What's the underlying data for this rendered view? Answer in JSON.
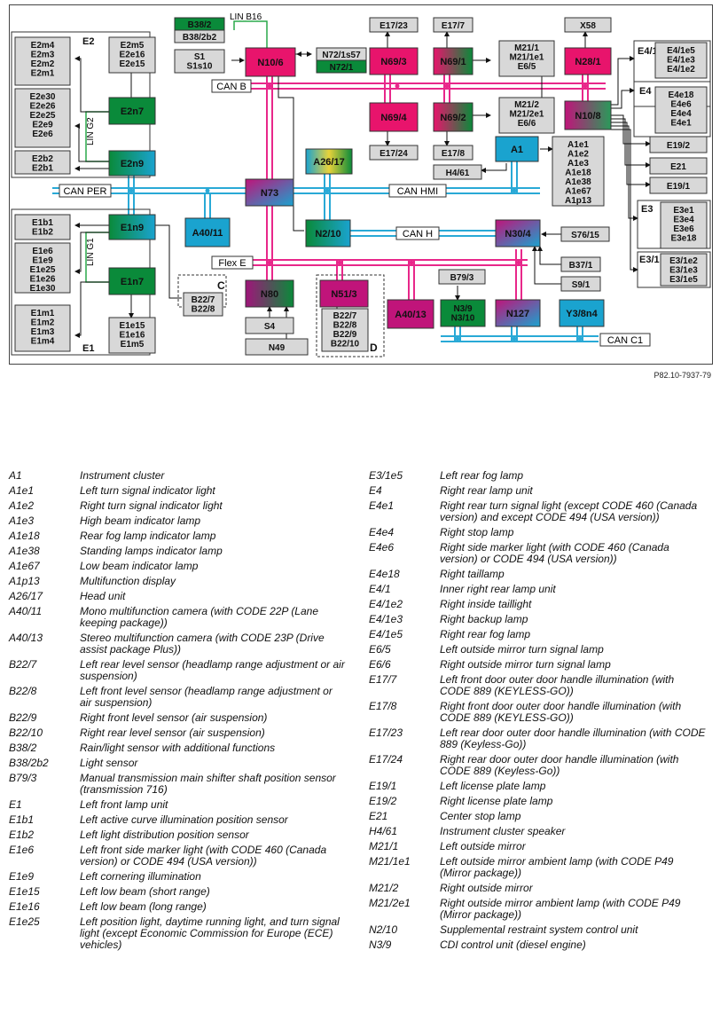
{
  "figure": {
    "ref_code": "P82.10-7937-79",
    "group_labels": {
      "E2": "E2",
      "E1": "E1",
      "E3": "E3",
      "E3_1": "E3/1",
      "E4": "E4",
      "E4_1": "E4/1",
      "C": "C",
      "D": "D"
    },
    "bus_labels": {
      "lin_b16": "LIN B16",
      "can_b": "CAN B",
      "lin_g2": "LIN G2",
      "lin_g1": "LIN G1",
      "can_per": "CAN PER",
      "can_hmi": "CAN HMI",
      "can_h": "CAN H",
      "flex_e": "Flex E",
      "can_c1": "CAN C1"
    },
    "colors": {
      "magenta": "#e8146c",
      "green": "#0a8a3a",
      "blue": "#1aa3cf",
      "purple": "#a0157a",
      "gray": "#d8d8d8",
      "bus_pink": "#e8278a",
      "bus_blue": "#29a9d6",
      "lin_green": "#2aa84a"
    },
    "modules": {
      "N10_6": "N10/6",
      "N69_3": "N69/3",
      "N69_1": "N69/1",
      "N28_1": "N28/1",
      "N69_4": "N69/4",
      "N69_2": "N69/2",
      "N10_8": "N10/8",
      "E2n7": "E2n7",
      "E2n9": "E2n9",
      "A1": "A1",
      "A26_17": "A26/17",
      "N73": "N73",
      "N2_10": "N2/10",
      "N30_4": "N30/4",
      "E1n9": "E1n9",
      "E1n7": "E1n7",
      "A40_11": "A40/11",
      "N80": "N80",
      "N51_3": "N51/3",
      "A40_13": "A40/13",
      "N3_9": "N3/9\nN3/10",
      "N127": "N127",
      "Y3_8n4": "Y3/8n4",
      "B38_2": "B38/2",
      "N72_1": "N72/1"
    },
    "components": {
      "E2_left_a": "E2m4\nE2m3\nE2m2\nE2m1",
      "E2_right_a": "E2m5\nE2e16\nE2e15",
      "E2_left_b": "E2e30\nE2e26\nE2e25\nE2e9\nE2e6",
      "E2_left_c": "E2b2\nE2b1",
      "B38_2b2": "B38/2b2",
      "S1": "S1\nS1s10",
      "N72_1s57": "N72/1s57",
      "E17_23": "E17/23",
      "E17_7": "E17/7",
      "M21_1": "M21/1\nM21/1e1\nE6/5",
      "X58": "X58",
      "E4_1_items": "E4/1e5\nE4/1e3\nE4/1e2",
      "E4_items": "E4e18\nE4e6\nE4e4\nE4e1",
      "M21_2": "M21/2\nM21/2e1\nE6/6",
      "E17_24": "E17/24",
      "E17_8": "E17/8",
      "H4_61": "H4/61",
      "A1_items": "A1e1\nA1e2\nA1e3\nA1e18\nA1e38\nA1e67\nA1p13",
      "E19_2": "E19/2",
      "E21": "E21",
      "E19_1": "E19/1",
      "E3_items": "E3e1\nE3e4\nE3e6\nE3e18",
      "E3_1_items": "E3/1e2\nE3/1e3\nE3/1e5",
      "S76_15": "S76/15",
      "B37_1": "B37/1",
      "S9_1": "S9/1",
      "E1_left_a": "E1b1\nE1b2",
      "E1_left_b": "E1e6\nE1e9\nE1e25\nE1e26\nE1e30",
      "E1_left_c": "E1m1\nE1m2\nE1m3\nE1m4",
      "E1_right": "E1e15\nE1e16\nE1m5",
      "B22_C": "B22/7\nB22/8",
      "S4": "S4",
      "N49": "N49",
      "B22_D": "B22/7\nB22/8\nB22/9\nB22/10",
      "B79_3": "B79/3"
    }
  },
  "legend": {
    "left": [
      {
        "code": "A1",
        "desc": "Instrument cluster"
      },
      {
        "code": "A1e1",
        "desc": "Left turn signal indicator light"
      },
      {
        "code": "A1e2",
        "desc": "Right turn signal indicator light"
      },
      {
        "code": "A1e3",
        "desc": "High beam indicator lamp"
      },
      {
        "code": "A1e18",
        "desc": "Rear fog lamp indicator lamp"
      },
      {
        "code": "A1e38",
        "desc": "Standing lamps indicator lamp"
      },
      {
        "code": "A1e67",
        "desc": "Low beam indicator lamp"
      },
      {
        "code": "A1p13",
        "desc": "Multifunction display"
      },
      {
        "code": "A26/17",
        "desc": "Head unit"
      },
      {
        "code": "A40/11",
        "desc": "Mono multifunction camera (with CODE 22P (Lane keeping package))"
      },
      {
        "code": "A40/13",
        "desc": "Stereo multifunction camera (with CODE 23P (Drive assist package Plus))"
      },
      {
        "code": "B22/7",
        "desc": "Left rear level sensor (headlamp range adjustment or air suspension)"
      },
      {
        "code": "B22/8",
        "desc": "Left front level sensor (headlamp range adjustment or air suspension)"
      },
      {
        "code": "B22/9",
        "desc": "Right front level sensor (air suspension)"
      },
      {
        "code": "B22/10",
        "desc": "Right rear level sensor (air suspension)"
      },
      {
        "code": "B38/2",
        "desc": "Rain/light sensor with additional functions"
      },
      {
        "code": "B38/2b2",
        "desc": "Light sensor"
      },
      {
        "code": "B79/3",
        "desc": "Manual transmission main shifter shaft position sensor (transmission 716)"
      },
      {
        "code": "E1",
        "desc": "Left front lamp unit"
      },
      {
        "code": "E1b1",
        "desc": "Left active curve illumination position sensor"
      },
      {
        "code": "E1b2",
        "desc": "Left light distribution position sensor"
      },
      {
        "code": "E1e6",
        "desc": "Left front side marker light (with CODE 460 (Canada version) or CODE 494 (USA version))"
      },
      {
        "code": "E1e9",
        "desc": "Left cornering illumination"
      },
      {
        "code": "E1e15",
        "desc": "Left low beam (short range)"
      },
      {
        "code": "E1e16",
        "desc": "Left low beam (long range)"
      },
      {
        "code": "E1e25",
        "desc": "Left position light, daytime running light, and turn signal light (except Economic Commission for Europe (ECE) vehicles)"
      }
    ],
    "right": [
      {
        "code": "E3/1e5",
        "desc": "Left rear fog lamp"
      },
      {
        "code": "E4",
        "desc": "Right rear lamp unit"
      },
      {
        "code": "E4e1",
        "desc": "Right rear turn signal light (except CODE 460 (Canada version) and except CODE 494 (USA version))"
      },
      {
        "code": "E4e4",
        "desc": "Right stop lamp"
      },
      {
        "code": "E4e6",
        "desc": "Right side marker light (with CODE 460 (Canada version) or CODE 494 (USA version))"
      },
      {
        "code": "E4e18",
        "desc": "Right taillamp"
      },
      {
        "code": "E4/1",
        "desc": "Inner right rear lamp unit"
      },
      {
        "code": "E4/1e2",
        "desc": "Right inside taillight"
      },
      {
        "code": "E4/1e3",
        "desc": "Right backup lamp"
      },
      {
        "code": "E4/1e5",
        "desc": "Right rear fog lamp"
      },
      {
        "code": "E6/5",
        "desc": "Left outside mirror turn signal lamp"
      },
      {
        "code": "E6/6",
        "desc": "Right outside mirror turn signal lamp"
      },
      {
        "code": "E17/7",
        "desc": "Left front door outer door handle illumination (with CODE 889 (KEYLESS-GO))"
      },
      {
        "code": "E17/8",
        "desc": "Right front door outer door handle illumination (with CODE 889 (KEYLESS-GO))"
      },
      {
        "code": "E17/23",
        "desc": "Left rear door outer door handle illumination (with CODE 889 (Keyless-Go))"
      },
      {
        "code": "E17/24",
        "desc": "Right rear door outer door handle illumination (with CODE 889 (Keyless-Go))"
      },
      {
        "code": "E19/1",
        "desc": "Left license plate lamp"
      },
      {
        "code": "E19/2",
        "desc": "Right license plate lamp"
      },
      {
        "code": "E21",
        "desc": "Center stop lamp"
      },
      {
        "code": "H4/61",
        "desc": "Instrument cluster speaker"
      },
      {
        "code": "M21/1",
        "desc": "Left outside mirror"
      },
      {
        "code": "M21/1e1",
        "desc": "Left outside mirror ambient lamp (with CODE P49 (Mirror package))"
      },
      {
        "code": "M21/2",
        "desc": "Right outside mirror"
      },
      {
        "code": "M21/2e1",
        "desc": "Right outside mirror ambient lamp (with CODE P49 (Mirror package))"
      },
      {
        "code": "N2/10",
        "desc": "Supplemental restraint system control unit"
      },
      {
        "code": "N3/9",
        "desc": "CDI control unit (diesel engine)"
      }
    ]
  }
}
